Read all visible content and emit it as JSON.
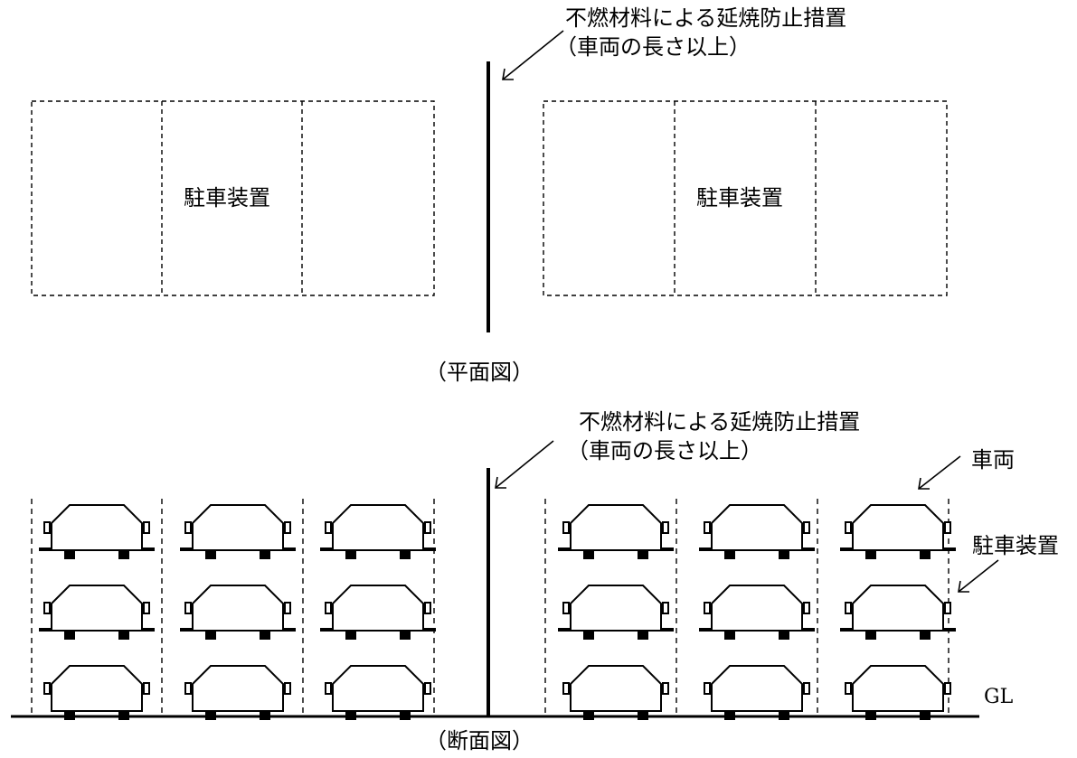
{
  "plan_view": {
    "caption": "（平面図）",
    "callout": {
      "line1": "不燃材料による延焼防止措置",
      "line2": "（車両の長さ以上）"
    },
    "left_unit_label": "駐車装置",
    "right_unit_label": "駐車装置"
  },
  "section_view": {
    "caption": "（断面図）",
    "callout": {
      "line1": "不燃材料による延焼防止措置",
      "line2": "（車両の長さ以上）"
    },
    "vehicle_label": "車両",
    "device_label": "駐車装置",
    "ground_label": "GL",
    "levels_per_column": 3,
    "columns_per_group": 3
  }
}
